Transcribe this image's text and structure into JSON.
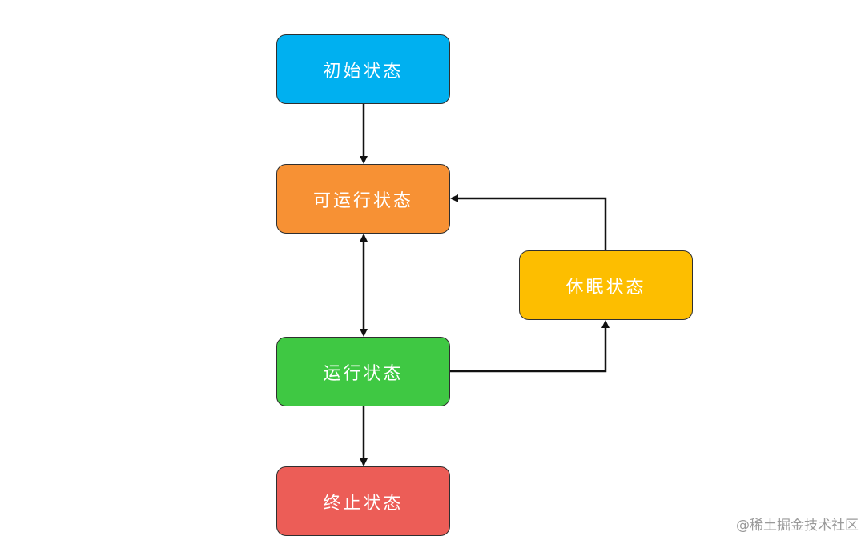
{
  "nodes": {
    "initial": {
      "label": "初始状态",
      "color": "#00B0F0"
    },
    "runnable": {
      "label": "可运行状态",
      "color": "#F79134"
    },
    "running": {
      "label": "运行状态",
      "color": "#3FC843"
    },
    "sleeping": {
      "label": "休眠状态",
      "color": "#FDBE00"
    },
    "terminated": {
      "label": "终止状态",
      "color": "#EC5D57"
    }
  },
  "edges": [
    {
      "from": "initial",
      "to": "runnable",
      "bidirectional": false
    },
    {
      "from": "runnable",
      "to": "running",
      "bidirectional": true
    },
    {
      "from": "running",
      "to": "terminated",
      "bidirectional": false
    },
    {
      "from": "running",
      "to": "sleeping",
      "bidirectional": false
    },
    {
      "from": "sleeping",
      "to": "runnable",
      "bidirectional": false
    }
  ],
  "colors": {
    "border": "#2F2F2F",
    "arrow": "#111111"
  },
  "watermark": "@稀土掘金技术社区"
}
